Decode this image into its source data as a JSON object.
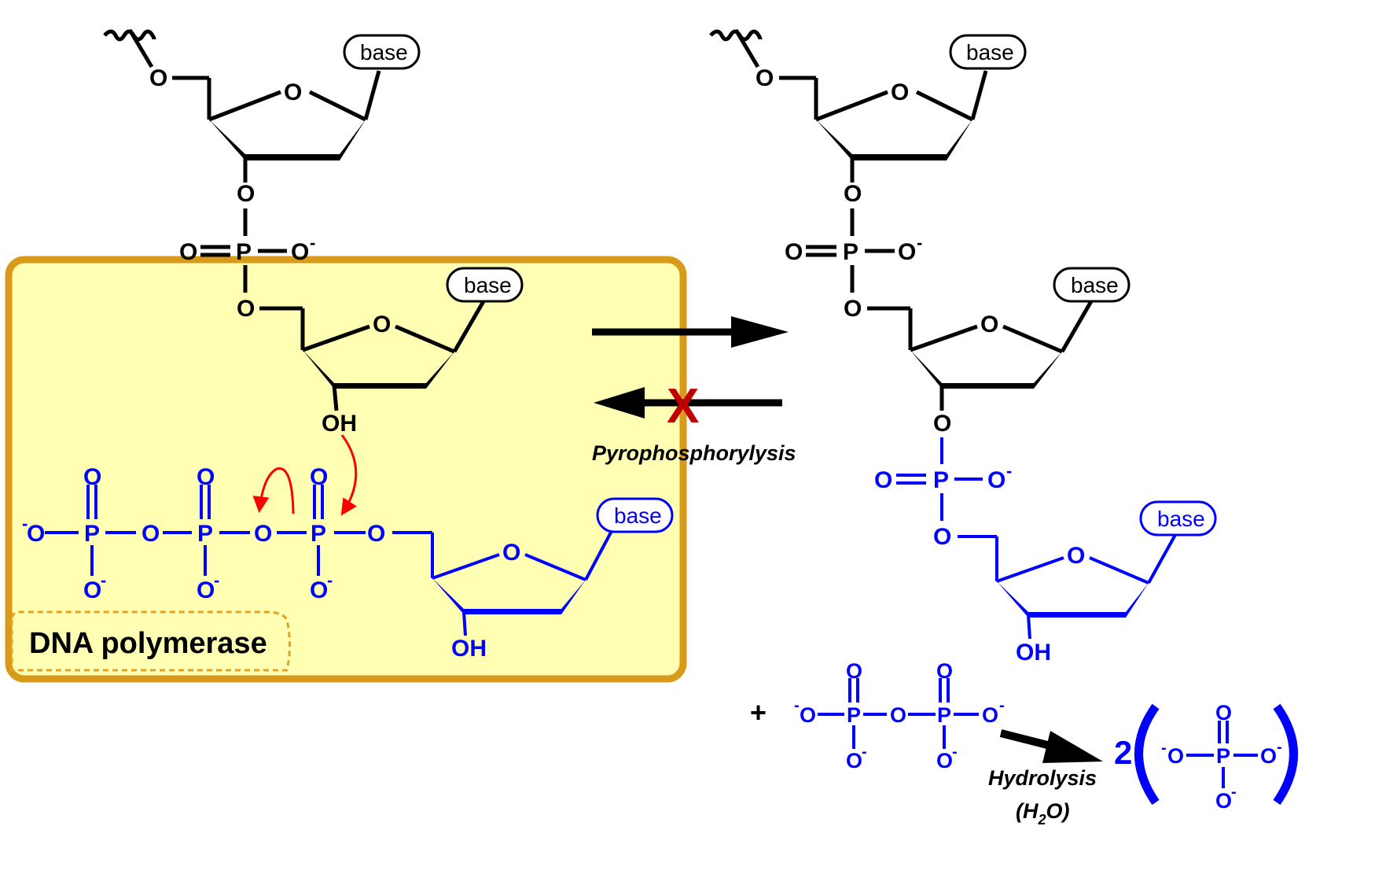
{
  "colors": {
    "black": "#000000",
    "blue": "#0000ff",
    "red": "#ff0000",
    "dark_red": "#c00000",
    "enzyme_fill": "#ffffb3",
    "enzyme_border": "#d99a1c"
  },
  "atoms": {
    "O": "O",
    "P": "P",
    "OH": "OH",
    "minus": "-"
  },
  "base_label": "base",
  "enzyme_label": "DNA polymerase",
  "forward_arrow_label": "",
  "reverse_label": "Pyrophosphorylysis",
  "blocked_mark": "X",
  "plus_sign": "+",
  "hydrolysis_label": "Hydrolysis",
  "water": {
    "open": "(H",
    "sub": "2",
    "close": "O)"
  },
  "product_coefficient": "2",
  "icons": {
    "wavy_bond": "wavy-bond-icon",
    "curved_arrow": "curved-arrow-icon",
    "reaction_arrow": "reaction-arrow-icon",
    "cross_mark": "cross-mark-icon"
  }
}
